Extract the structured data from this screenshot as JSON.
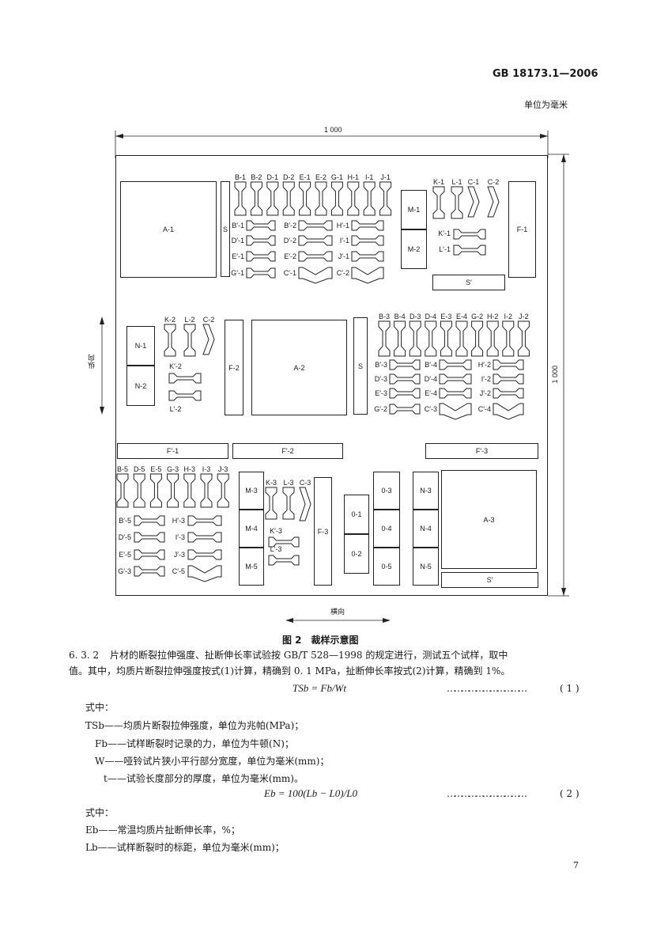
{
  "header": {
    "standard": "GB 18173.1—2006",
    "unit": "单位为毫米"
  },
  "figure": {
    "dim_top": "1 000",
    "dim_right": "1 000",
    "left_arrow_label": "纵向",
    "bottom_arrow_label": "横向",
    "caption": "图 2　裁样示意图",
    "big_pieces": [
      "A-1",
      "A-2",
      "A-3"
    ],
    "tall_pieces": [
      "F-1",
      "F-2",
      "F-3",
      "S",
      "S"
    ],
    "wide_pieces": [
      "F′-1",
      "F′-2",
      "F′-3",
      "S′",
      "S′"
    ],
    "m_pieces": [
      "M-1",
      "M-2",
      "M-3",
      "M-4",
      "M-5"
    ],
    "n_pieces": [
      "N-1",
      "N-2",
      "N-3",
      "N-4",
      "N-5"
    ],
    "o_pieces": [
      "0-1",
      "0-2",
      "0-3",
      "0-4",
      "0-5"
    ],
    "dumbbell_rows": [
      [
        "B-1",
        "B-2",
        "D-1",
        "D-2",
        "E-1",
        "E-2",
        "G-1",
        "H-1",
        "I-1",
        "J-1"
      ],
      [
        "B-3",
        "B-4",
        "D-3",
        "D-4",
        "E-3",
        "E-4",
        "G-2",
        "H-2",
        "I-2",
        "J-2"
      ],
      [
        "B-5",
        "D-5",
        "E-5",
        "G-3",
        "H-3",
        "I-3",
        "J-3"
      ]
    ],
    "small_groups": [
      [
        "K-1",
        "L-1",
        "C-1",
        "C-2"
      ],
      [
        "K-2",
        "L-2",
        "C-2"
      ],
      [
        "K-3",
        "L-3",
        "C-3"
      ]
    ],
    "horizontal_labels_1": [
      "B′-1",
      "D′-1",
      "E′-1",
      "G′-1",
      "B′-2",
      "D′-2",
      "E′-2",
      "C′-1",
      "H′-1",
      "I′-1",
      "J′-1",
      "C′-2",
      "K′-1",
      "L′-1"
    ],
    "horizontal_labels_2": [
      "B′-3",
      "D′-3",
      "E′-3",
      "G′-2",
      "B′-4",
      "D′-4",
      "E′-4",
      "C′-3",
      "H′-2",
      "I′-2",
      "J′-2",
      "C′-4",
      "K′-2",
      "L′-2"
    ],
    "horizontal_labels_3": [
      "B′-5",
      "D′-5",
      "E′-5",
      "G′-3",
      "H′-3",
      "I′-3",
      "J′-3",
      "C′-5",
      "K′-3",
      "L′-3"
    ]
  },
  "section": {
    "number": "6. 3. 2",
    "line1": "片材的断裂拉伸强度、扯断伸长率试验按 GB/T 528—1998 的规定进行，测试五个试样，取中",
    "line2": "值。其中，均质片断裂拉伸强度按式(1)计算，精确到 0. 1 MPa，扯断伸长率按式(2)计算，精确到 1%。"
  },
  "formula1": {
    "expr": "TSb = Fb/Wt",
    "dots": "……………………………",
    "num": "( 1 )"
  },
  "where1": "式中：",
  "defs1": [
    "TSb——均质片断裂拉伸强度，单位为兆帕(MPa)；",
    "Fb——试样断裂时记录的力，单位为牛顿(N)；",
    "W——哑铃试片狭小平行部分宽度，单位为毫米(mm)；",
    "t——试验长度部分的厚度，单位为毫米(mm)。"
  ],
  "formula2": {
    "expr": "Eb = 100(Lb − L0)/L0",
    "dots": "……………………………",
    "num": "( 2 )"
  },
  "where2": "式中：",
  "defs2": [
    "Eb——常温均质片扯断伸长率，%；",
    "Lb——试样断裂时的标距，单位为毫米(mm)；"
  ],
  "page_number": "7"
}
